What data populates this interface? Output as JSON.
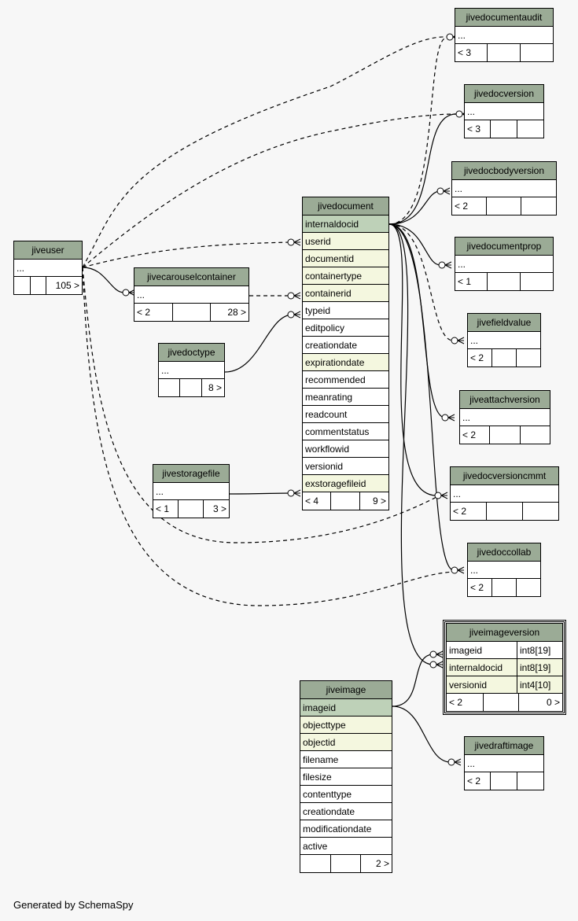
{
  "footer_text": "Generated by SchemaSpy",
  "colors": {
    "background": "#f7f7f7",
    "header": "#9bab96",
    "primary_key": "#bed1b8",
    "foreign_key": "#f4f7df"
  },
  "tables": {
    "jivedocumentaudit": {
      "name": "jivedocumentaudit",
      "rows": [
        "..."
      ],
      "footer": [
        "< 3",
        "",
        ""
      ]
    },
    "jivedocversion": {
      "name": "jivedocversion",
      "rows": [
        "..."
      ],
      "footer": [
        "< 3",
        "",
        ""
      ]
    },
    "jivedocbodyversion": {
      "name": "jivedocbodyversion",
      "rows": [
        "..."
      ],
      "footer": [
        "< 2",
        "",
        ""
      ]
    },
    "jivedocumentprop": {
      "name": "jivedocumentprop",
      "rows": [
        "..."
      ],
      "footer": [
        "< 1",
        "",
        ""
      ]
    },
    "jivefieldvalue": {
      "name": "jivefieldvalue",
      "rows": [
        "..."
      ],
      "footer": [
        "< 2",
        "",
        ""
      ]
    },
    "jiveattachversion": {
      "name": "jiveattachversion",
      "rows": [
        "..."
      ],
      "footer": [
        "< 2",
        "",
        ""
      ]
    },
    "jivedocversioncmmt": {
      "name": "jivedocversioncmmt",
      "rows": [
        "..."
      ],
      "footer": [
        "< 2",
        "",
        ""
      ]
    },
    "jivedoccollab": {
      "name": "jivedoccollab",
      "rows": [
        "..."
      ],
      "footer": [
        "< 2",
        "",
        ""
      ]
    },
    "jivedraftimage": {
      "name": "jivedraftimage",
      "rows": [
        "..."
      ],
      "footer": [
        "< 2",
        "",
        ""
      ]
    },
    "jiveuser": {
      "name": "jiveuser",
      "rows": [
        "..."
      ],
      "footer": [
        "",
        "",
        "105 >"
      ]
    },
    "jivecarouselcontainer": {
      "name": "jivecarouselcontainer",
      "rows": [
        "..."
      ],
      "footer": [
        "< 2",
        "",
        "28 >"
      ]
    },
    "jivedoctype": {
      "name": "jivedoctype",
      "rows": [
        "..."
      ],
      "footer": [
        "",
        "",
        "8 >"
      ]
    },
    "jivestoragefile": {
      "name": "jivestoragefile",
      "rows": [
        "..."
      ],
      "footer": [
        "< 1",
        "",
        "3 >"
      ]
    },
    "jivedocument": {
      "name": "jivedocument",
      "columns": [
        {
          "name": "internaldocid",
          "kind": "pk"
        },
        {
          "name": "userid",
          "kind": "fk"
        },
        {
          "name": "documentid",
          "kind": "fk"
        },
        {
          "name": "containertype",
          "kind": "fk"
        },
        {
          "name": "containerid",
          "kind": "fk"
        },
        {
          "name": "typeid",
          "kind": ""
        },
        {
          "name": "editpolicy",
          "kind": ""
        },
        {
          "name": "creationdate",
          "kind": ""
        },
        {
          "name": "expirationdate",
          "kind": "fk"
        },
        {
          "name": "recommended",
          "kind": ""
        },
        {
          "name": "meanrating",
          "kind": ""
        },
        {
          "name": "readcount",
          "kind": ""
        },
        {
          "name": "commentstatus",
          "kind": ""
        },
        {
          "name": "workflowid",
          "kind": ""
        },
        {
          "name": "versionid",
          "kind": ""
        },
        {
          "name": "exstoragefileid",
          "kind": "fk"
        }
      ],
      "footer": [
        "< 4",
        "",
        "9 >"
      ]
    },
    "jiveimage": {
      "name": "jiveimage",
      "columns": [
        {
          "name": "imageid",
          "kind": "pk"
        },
        {
          "name": "objecttype",
          "kind": "fk"
        },
        {
          "name": "objectid",
          "kind": "fk"
        },
        {
          "name": "filename",
          "kind": ""
        },
        {
          "name": "filesize",
          "kind": ""
        },
        {
          "name": "contenttype",
          "kind": ""
        },
        {
          "name": "creationdate",
          "kind": ""
        },
        {
          "name": "modificationdate",
          "kind": ""
        },
        {
          "name": "active",
          "kind": ""
        }
      ],
      "footer": [
        "",
        "",
        "2 >"
      ]
    },
    "jiveimageversion": {
      "name": "jiveimageversion",
      "columns": [
        {
          "name": "imageid",
          "type": "int8[19]",
          "kind": ""
        },
        {
          "name": "internaldocid",
          "type": "int8[19]",
          "kind": "fk"
        },
        {
          "name": "versionid",
          "type": "int4[10]",
          "kind": "fk"
        }
      ],
      "footer": [
        "< 2",
        "",
        "0 >"
      ]
    }
  }
}
